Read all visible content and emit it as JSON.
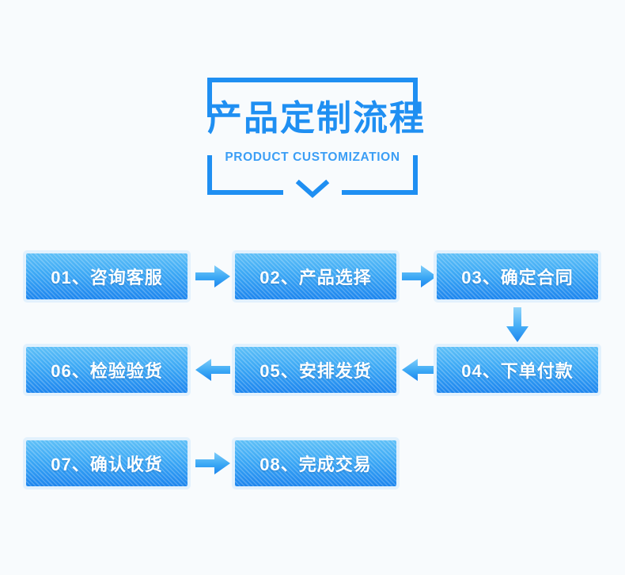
{
  "page": {
    "background_color": "#f8fbfd",
    "accent_color": "#1f8ff2",
    "box_gradient_top": "#5fc0f7",
    "box_gradient_bottom": "#1d85ee",
    "box_glow_color": "#e2f1fd",
    "text_color": "#ffffff"
  },
  "header": {
    "title_cn": "产品定制流程",
    "title_en": "PRODUCT CUSTOMIZATION",
    "chevron_icon": "chevron-down-icon",
    "frame_icon": "bracket-frame"
  },
  "flow": {
    "rows": [
      {
        "direction": "left-to-right",
        "steps": [
          {
            "number": "01",
            "separator": "、",
            "label": "咨询客服",
            "full": "01、咨询客服"
          },
          {
            "number": "02",
            "separator": "、",
            "label": "产品选择",
            "full": "02、产品选择"
          },
          {
            "number": "03",
            "separator": "、",
            "label": "确定合同",
            "full": "03、确定合同"
          }
        ],
        "arrows": [
          "arrow-right-icon",
          "arrow-right-icon"
        ],
        "row_end_arrow": "arrow-down-icon"
      },
      {
        "direction": "right-to-left",
        "steps": [
          {
            "number": "06",
            "separator": "、",
            "label": "检验验货",
            "full": "06、检验验货"
          },
          {
            "number": "05",
            "separator": "、",
            "label": "安排发货",
            "full": "05、安排发货"
          },
          {
            "number": "04",
            "separator": "、",
            "label": "下单付款",
            "full": "04、下单付款"
          }
        ],
        "arrows": [
          "arrow-left-icon",
          "arrow-left-icon"
        ],
        "row_end_arrow": null
      },
      {
        "direction": "left-to-right",
        "steps": [
          {
            "number": "07",
            "separator": "、",
            "label": "确认收货",
            "full": "07、确认收货"
          },
          {
            "number": "08",
            "separator": "、",
            "label": "完成交易",
            "full": "08、完成交易"
          }
        ],
        "arrows": [
          "arrow-right-icon"
        ],
        "row_end_arrow": null
      }
    ]
  }
}
